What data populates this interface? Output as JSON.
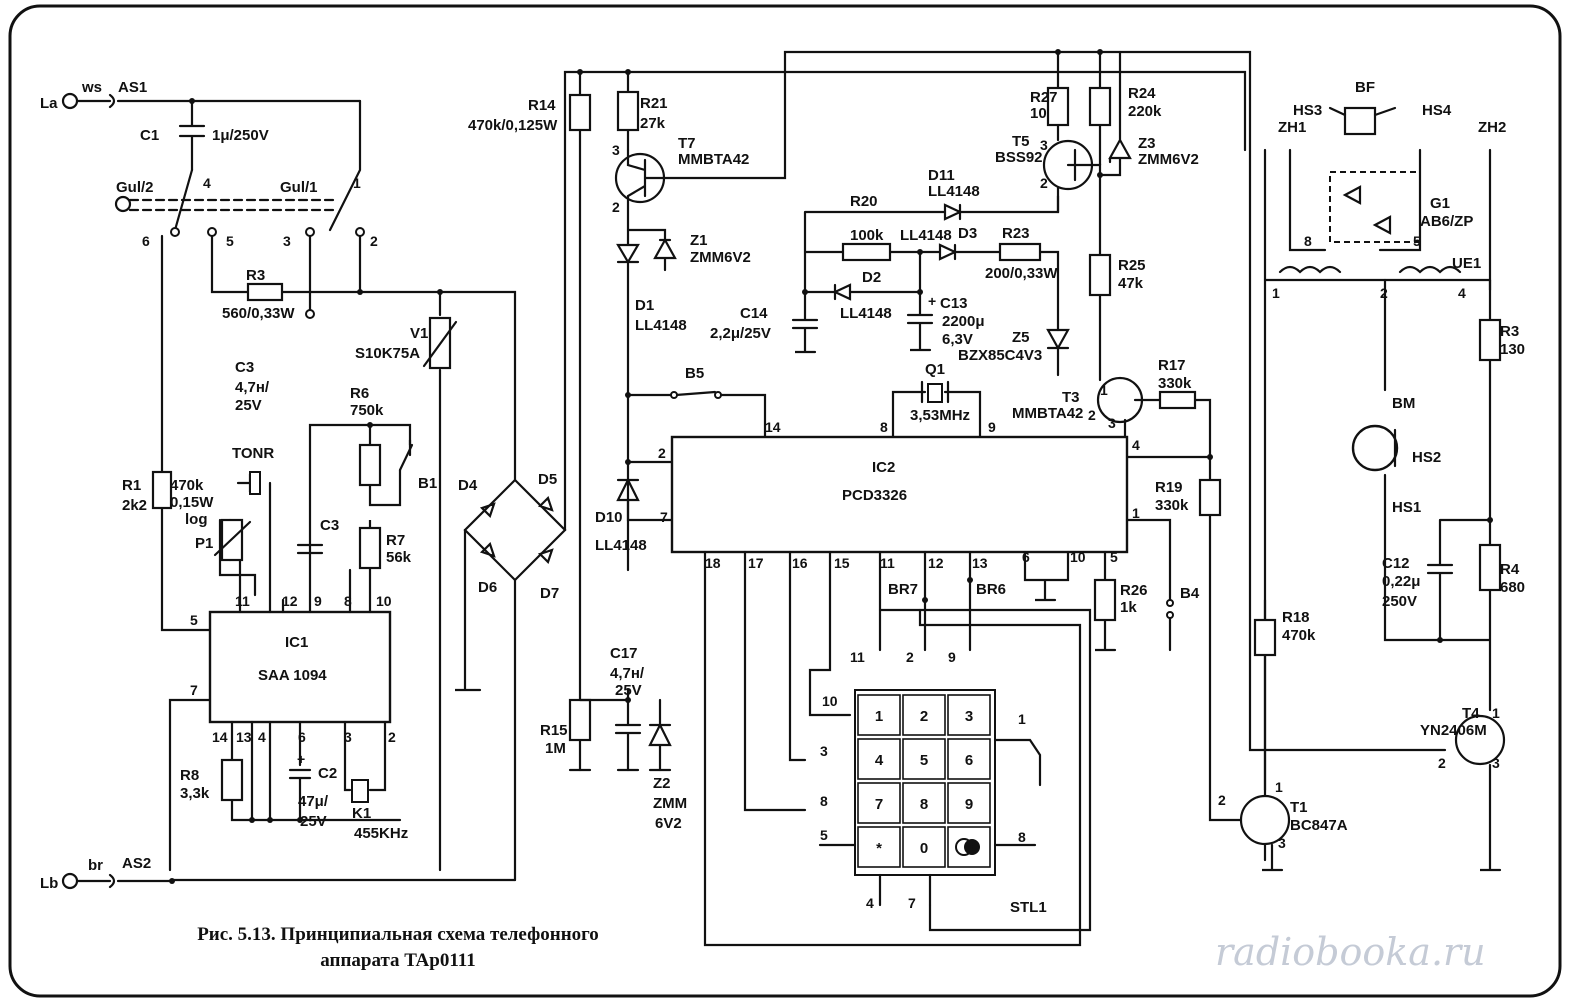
{
  "caption": {
    "line1": "Рис. 5.13. Принципиальная схема телефонного",
    "line2": "аппарата TAp0111"
  },
  "watermark": "radiobooka.ru",
  "colors": {
    "ink": "#111111",
    "paper": "#ffffff",
    "watermark": "#c5cbd6"
  },
  "labels": {
    "La": "La",
    "Lb": "Lb",
    "ws": "ws",
    "br": "br",
    "AS1": "AS1",
    "AS2": "AS2",
    "C1": "C1",
    "C1v": "1μ/250V",
    "Gul2": "Gul/2",
    "Gul1": "Gul/1",
    "R3a": "R3",
    "R3av": "560/0,33W",
    "V1": "V1",
    "V1v": "S10K75A",
    "C3a": "C3",
    "C3av": "4,7н/",
    "C3av2": "25V",
    "C3b": "C3",
    "R6": "R6",
    "R6v": "750k",
    "B1": "B1",
    "R7": "R7",
    "R7v": "56k",
    "TONR": "TONR",
    "P1v1": "470k",
    "P1v2": "0,15W",
    "P1v3": "log",
    "P1": "P1",
    "R1": "R1",
    "R1v": "2k2",
    "IC1": "IC1",
    "IC1t": "SAA 1094",
    "R8": "R8",
    "R8v": "3,3k",
    "C2": "C2",
    "C2v1": "47μ/",
    "C2v2": "25V",
    "K1": "K1",
    "K1v": "455KHz",
    "D4": "D4",
    "D5": "D5",
    "D6": "D6",
    "D7": "D7",
    "R14": "R14",
    "R14v": "470k/0,125W",
    "R21": "R21",
    "R21v": "27k",
    "T7": "T7",
    "T7v": "MMBTA42",
    "Z1": "Z1",
    "Z1v": "ZMM6V2",
    "D1": "D1",
    "D1v": "LL4148",
    "R20": "R20",
    "R20v": "100k",
    "D11": "D11",
    "D11v": "LL4148",
    "D3": "D3",
    "D3v": "LL4148",
    "R23": "R23",
    "R23v": "200/0,33W",
    "D2": "D2",
    "D2v": "LL4148",
    "C14": "C14",
    "C14v": "2,2μ/25V",
    "C13": "C13",
    "C13v1": "2200μ",
    "C13v2": "6,3V",
    "Z5": "Z5",
    "Z5v": "BZX85C4V3",
    "R27": "R27",
    "R27v": "10",
    "R24": "R24",
    "R24v": "220k",
    "T5": "T5",
    "T5v": "BSS92",
    "Z3": "Z3",
    "Z3v": "ZMM6V2",
    "R25": "R25",
    "R25v": "47k",
    "B5": "B5",
    "Q1": "Q1",
    "Q1v": "3,53MHz",
    "T3": "T3",
    "T3v": "MMBTA42",
    "R17": "R17",
    "R17v": "330k",
    "IC2": "IC2",
    "IC2t": "PCD3326",
    "D10": "D10",
    "D10v": "LL4148",
    "R19": "R19",
    "R19v": "330k",
    "R26": "R26",
    "R26v": "1k",
    "B4": "B4",
    "BR7": "BR7",
    "BR6": "BR6",
    "R15": "R15",
    "R15v": "1M",
    "C17": "C17",
    "C17v1": "4,7н/",
    "C17v2": "25V",
    "Z2": "Z2",
    "Z2v1": "ZMM",
    "Z2v2": "6V2",
    "STL1": "STL1",
    "BF": "BF",
    "HS3": "HS3",
    "HS4": "HS4",
    "ZH1": "ZH1",
    "ZH2": "ZH2",
    "G1": "G1",
    "G1v": "AB6/ZP",
    "UE1": "UE1",
    "R3b": "R3",
    "R3bv": "130",
    "BM": "BM",
    "HS2": "HS2",
    "HS1": "HS1",
    "C12": "C12",
    "C12v1": "0,22μ",
    "C12v2": "250V",
    "R4": "R4",
    "R4v": "680",
    "R18": "R18",
    "R18v": "470k",
    "T4": "T4",
    "T4v": "YN2406M",
    "T1": "T1",
    "T1v": "BC847A"
  },
  "keypad": {
    "keys": [
      "1",
      "2",
      "3",
      "4",
      "5",
      "6",
      "7",
      "8",
      "9",
      "*",
      "0",
      ""
    ],
    "icons": [
      "redial-icon"
    ]
  },
  "pins": {
    "gul_l": [
      "4",
      "6",
      "5"
    ],
    "gul_r": [
      "1",
      "3",
      "2"
    ],
    "ic1_top": [
      "5",
      "11",
      "12",
      "9",
      "8",
      "10"
    ],
    "ic1_bot": [
      "7",
      "14",
      "13",
      "4",
      "6",
      "3",
      "2"
    ],
    "ic2": [
      "14",
      "2",
      "7",
      "8",
      "9",
      "4",
      "1",
      "18",
      "17",
      "16",
      "15",
      "11",
      "12",
      "13",
      "6",
      "10",
      "5"
    ],
    "t7": [
      "3",
      "2"
    ],
    "t5": [
      "3",
      "2"
    ],
    "t3": [
      "1",
      "2",
      "3"
    ],
    "t1": [
      "1",
      "2",
      "3"
    ],
    "t4": [
      "1",
      "2",
      "3"
    ],
    "c13plus": "+",
    "c2plus": "+",
    "kp_left": [
      "10",
      "3",
      "8",
      "5"
    ],
    "kp_top": [
      "11",
      "2",
      "9"
    ],
    "kp_bot": [
      "4",
      "7"
    ],
    "kp_right": [
      "1",
      "8"
    ],
    "ue1": [
      "1",
      "2",
      "4"
    ],
    "g1": [
      "8",
      "5"
    ]
  }
}
